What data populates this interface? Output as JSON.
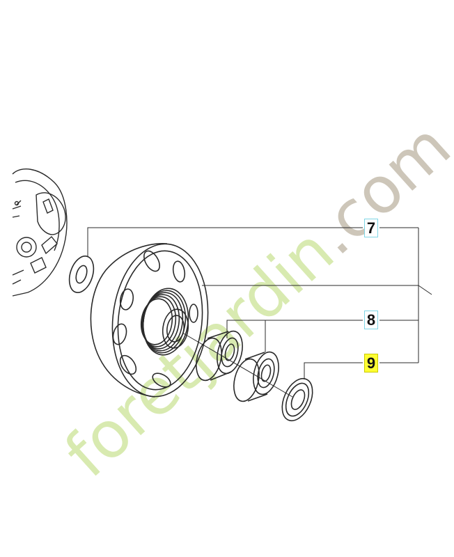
{
  "watermark": {
    "text": "foretjardin.com",
    "colors": {
      "main": "#d4e8a8",
      "accent": "#f6c58a",
      "domain": "#c8c0b2"
    }
  },
  "callouts": [
    {
      "label": "7",
      "highlighted": false
    },
    {
      "label": "8",
      "highlighted": false
    },
    {
      "label": "9",
      "highlighted": true
    }
  ],
  "colors": {
    "line": "#2a2a2a",
    "highlight": "#ffff33",
    "callout_border": "#7fd6e6"
  }
}
